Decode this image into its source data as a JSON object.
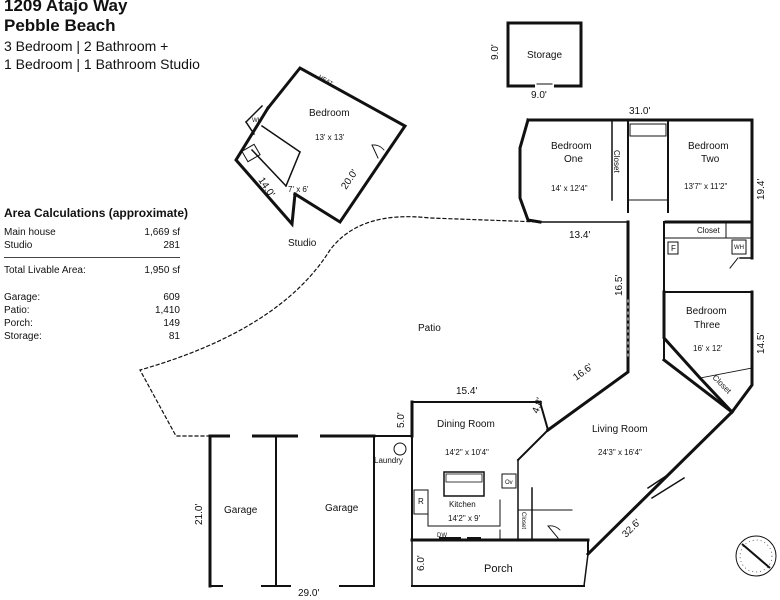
{
  "header": {
    "address": "1209 Atajo Way",
    "city": "Pebble Beach",
    "line1": "3 Bedroom | 2 Bathroom +",
    "line2": "1 Bedroom | 1 Bathroom Studio"
  },
  "areas": {
    "title": "Area Calculations (approximate)",
    "rows": [
      {
        "label": "Main house",
        "value": "1,669 sf"
      },
      {
        "label": "Studio",
        "value": "281"
      },
      {
        "label": "Total Livable Area:",
        "value": "1,950 sf"
      },
      {
        "label": "Garage:",
        "value": "609"
      },
      {
        "label": "Patio:",
        "value": "1,410"
      },
      {
        "label": "Porch:",
        "value": "149"
      },
      {
        "label": "Storage:",
        "value": "81"
      }
    ]
  },
  "rooms": {
    "storage": "Storage",
    "studio_bedroom": "Bedroom",
    "studio_bedroom_dim": "13' x 13'",
    "studio_bath_dim": "7' x 6'",
    "studio": "Studio",
    "heat": "HEAT",
    "wh": "WH",
    "bedroom_one_a": "Bedroom",
    "bedroom_one_b": "One",
    "bedroom_one_dim": "14' x 12'4\"",
    "closet": "Closet",
    "bedroom_two_a": "Bedroom",
    "bedroom_two_b": "Two",
    "bedroom_two_dim": "13'7\" x 11'2\"",
    "f": "F",
    "bedroom_three_a": "Bedroom",
    "bedroom_three_b": "Three",
    "bedroom_three_dim": "16' x 12'",
    "patio": "Patio",
    "dining": "Dining Room",
    "dining_dim": "14'2\" x 10'4\"",
    "laundry": "Laundry",
    "kitchen": "Kitchen",
    "kitchen_dim": "14'2\" x 9'",
    "ov": "Ov",
    "r": "R",
    "dw": "DW",
    "living": "Living Room",
    "living_dim": "24'3\" x 16'4\"",
    "garage": "Garage",
    "porch": "Porch"
  },
  "dims": {
    "storage_v": "9.0'",
    "storage_h": "9.0'",
    "top_31": "31.0'",
    "right_194": "19.4'",
    "studio_200": "20.0'",
    "studio_140": "14.0'",
    "d_134": "13.4'",
    "d_165": "16.5'",
    "d_166": "16.6'",
    "d_145": "14.5'",
    "d_154": "15.4'",
    "d_48": "4.8'",
    "d_50": "5.0'",
    "d_326": "32.6'",
    "d_210": "21.0'",
    "d_60": "6.0'",
    "d_290": "29.0'"
  }
}
